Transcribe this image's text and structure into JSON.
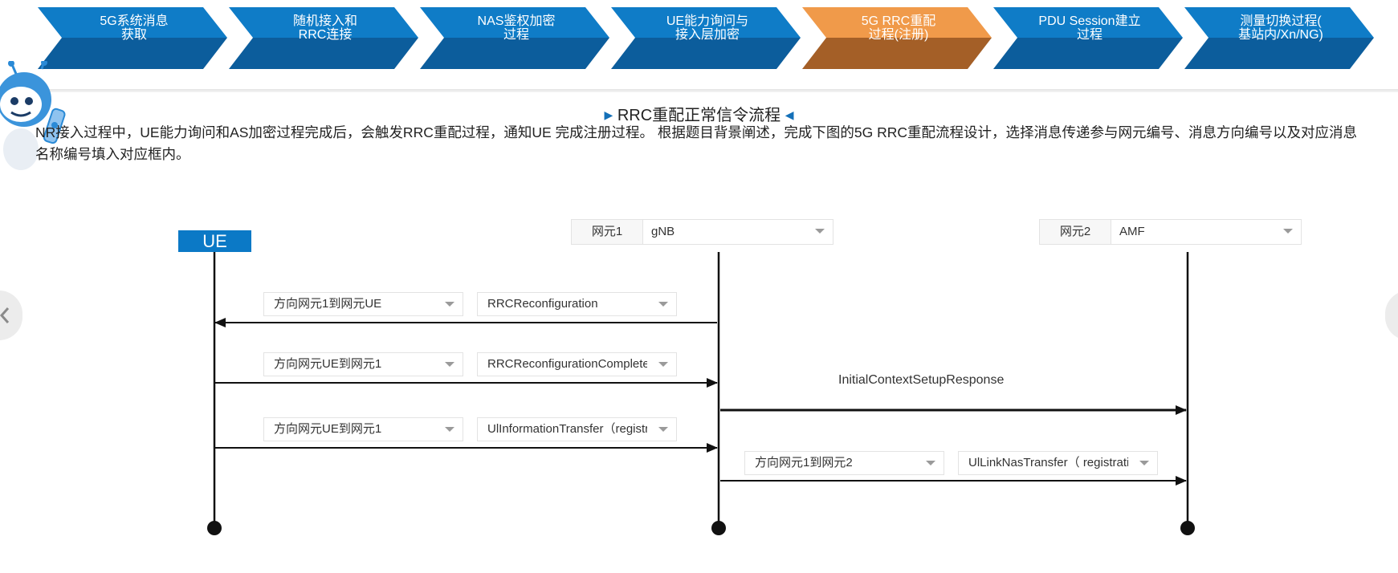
{
  "steps": [
    {
      "line1": "5G系统消息",
      "line2": "获取",
      "active": false
    },
    {
      "line1": "随机接入和",
      "line2": "RRC连接",
      "active": false
    },
    {
      "line1": "NAS鉴权加密",
      "line2": "过程",
      "active": false
    },
    {
      "line1": "UE能力询问与",
      "line2": "接入层加密",
      "active": false
    },
    {
      "line1": "5G RRC重配",
      "line2": "过程(注册)",
      "active": true
    },
    {
      "line1": "PDU Session建立",
      "line2": "过程",
      "active": false
    },
    {
      "line1": "测量切换过程(",
      "line2": "基站内/Xn/NG)",
      "active": false
    }
  ],
  "colors": {
    "step_blue_top": "#0f7cc7",
    "step_blue_bottom": "#0c5d9c",
    "step_orange_top": "#f09a4a",
    "step_orange_bottom": "#a45f27",
    "ue_box": "#0b79c6"
  },
  "title": "RRC重配正常信令流程",
  "description": "NR接入过程中，UE能力询问和AS加密过程完成后，会触发RRC重配过程，通知UE 完成注册过程。 根据题目背景阐述，完成下图的5G RRC重配流程设计，选择消息传递参与网元编号、消息方向编号以及对应消息名称编号填入对应框内。",
  "ue_label": "UE",
  "element1": {
    "label": "网元1",
    "value": "gNB"
  },
  "element2": {
    "label": "网元2",
    "value": "AMF"
  },
  "messages": [
    {
      "direction": "方向网元1到网元UE",
      "name": "RRCReconfiguration"
    },
    {
      "direction": "方向网元UE到网元1",
      "name": "RRCReconfigurationComplete"
    },
    {
      "direction": "方向网元UE到网元1",
      "name": "UlInformationTransfer（registra"
    },
    {
      "direction": "方向网元1到网元2",
      "name": "UlLinkNasTransfer（ registratio"
    }
  ],
  "static_message": "InitialContextSetupResponse",
  "icons": [
    "caret-down-icon",
    "chevron-left-icon",
    "mascot-robot-icon"
  ]
}
